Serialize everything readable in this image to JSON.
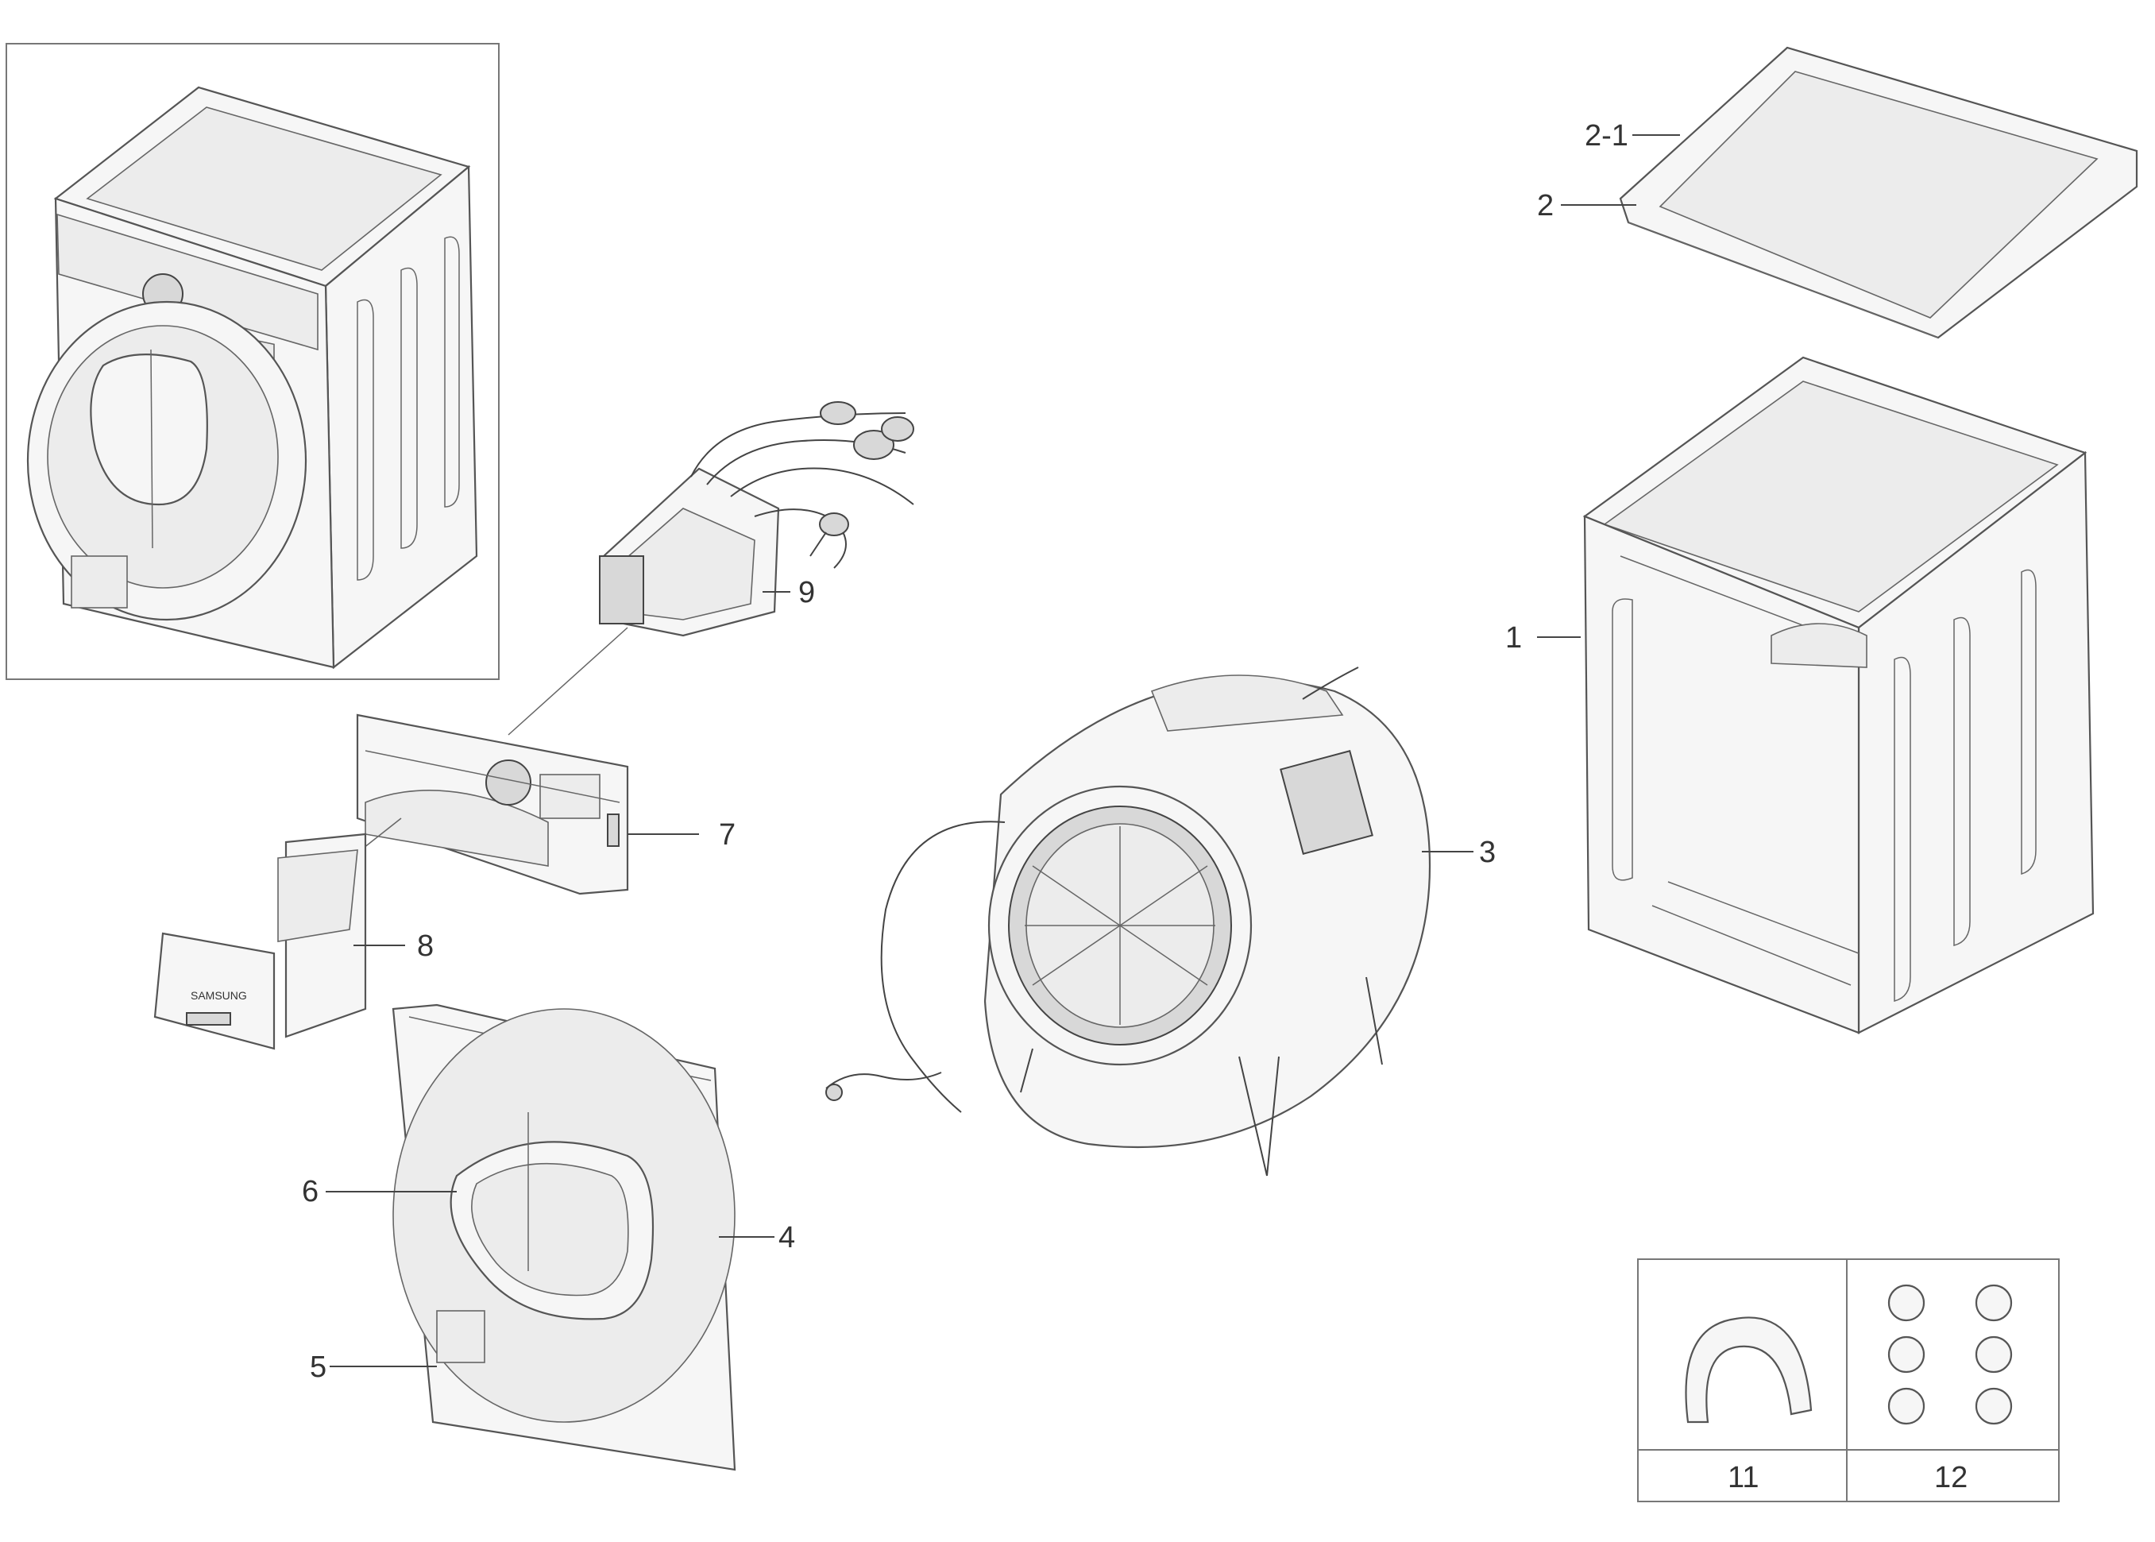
{
  "callouts": {
    "c1": "1",
    "c2": "2",
    "c2_1": "2-1",
    "c3": "3",
    "c4": "4",
    "c5": "5",
    "c6": "6",
    "c7": "7",
    "c8": "8",
    "c9": "9",
    "c11": "11",
    "c12": "12"
  },
  "dispenser_brand": "SAMSUNG"
}
